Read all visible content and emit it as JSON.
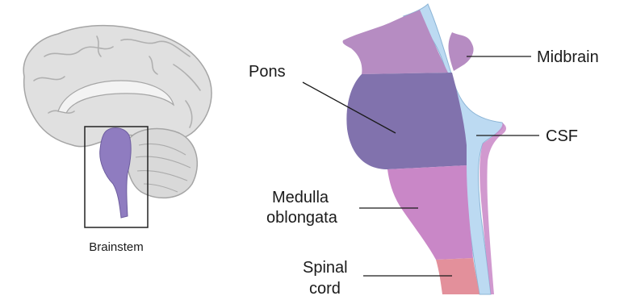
{
  "labels": {
    "brainstem": "Brainstem",
    "pons": "Pons",
    "midbrain": "Midbrain",
    "csf": "CSF",
    "medulla_line1": "Medulla",
    "medulla_line2": "oblongata",
    "spinal_line1": "Spinal",
    "spinal_line2": "cord"
  },
  "colors": {
    "midbrain": "#b68cc2",
    "pons": "#8172ad",
    "medulla": "#c987c7",
    "spinal_cord": "#e3909b",
    "csf": "#bcdaf2",
    "brain_gray": "#e0e0e0",
    "brain_stroke": "#a5a5a5",
    "brainstem_highlight": "#8f7cc0"
  }
}
